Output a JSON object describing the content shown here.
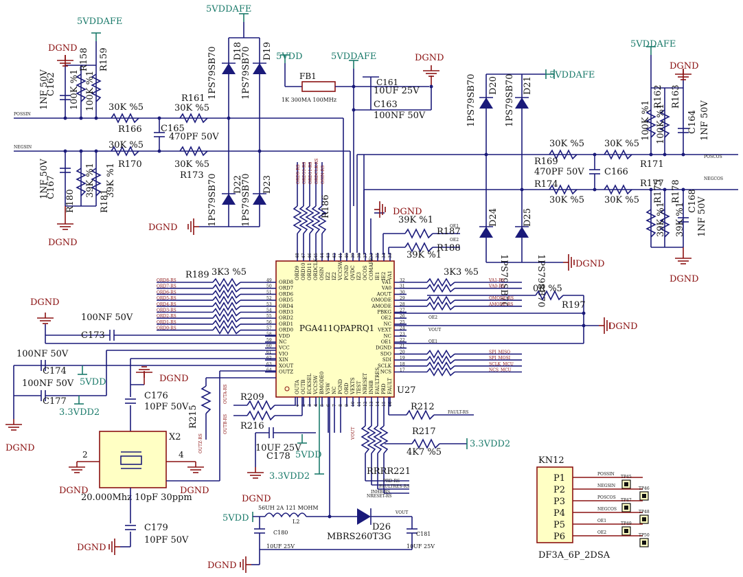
{
  "power": {
    "v5afe": "5VDDAFE",
    "v5": "5VDD",
    "v33_2": "3.3VDD2",
    "gnd": "DGND"
  },
  "resistors": {
    "r158": "R158",
    "r159": "R159",
    "r161": "R161",
    "r162": "R162",
    "r163": "R163",
    "r166": "R166",
    "r169": "R169",
    "r170": "R170",
    "r171": "R171",
    "r173": "R173",
    "r174": "R174",
    "r175": "R175",
    "r177": "R177",
    "r178": "R178",
    "r180": "R180",
    "r181": "R181",
    "r186": "R186",
    "r187": "R187",
    "r188": "R188",
    "r189": "R189",
    "r197": "R197",
    "r209": "R209",
    "r212": "R212",
    "r215": "R215",
    "r216": "R216",
    "r217": "R217",
    "r221": "R221",
    "rbank": "RRRR221"
  },
  "values": {
    "r30k": "30K %5",
    "r100k": "100K %1",
    "r39k": "39K %1",
    "r3k3": "3K3 %5",
    "r0r": "0R %5",
    "r4k7": "4K7 %5",
    "c1nf": "1NF 50V",
    "c470": "470PF 50V",
    "c100nf": "100NF 50V",
    "c10pf": "10PF 50V",
    "c10uf": "10UF 25V",
    "fb_val": "1K 300MA 100MHz",
    "l_val": "56UH 2A 121 MOHM",
    "xtal_val": "20.000Mhz 10pF 30ppm"
  },
  "caps": {
    "c161": "C161",
    "c162": "C162",
    "c163": "C163",
    "c164": "C164",
    "c165": "C165",
    "c166": "C166",
    "c167": "C167",
    "c168": "C168",
    "c173": "C173",
    "c174": "C174",
    "c176": "C176",
    "c177": "C177",
    "c178": "C178",
    "c179": "C179",
    "c180": "C180",
    "c181": "C181"
  },
  "diodes": {
    "d18": "D18",
    "d19": "D19",
    "d20": "D20",
    "d21": "D21",
    "d22": "D22",
    "d23": "D23",
    "d24": "D24",
    "d25": "D25",
    "d26": "D26",
    "part": "1PS79SB70",
    "d26_part": "MBRS260T3G"
  },
  "parts": {
    "fb1": "FB1",
    "l2": "L2",
    "x2": "X2",
    "u27": "U27",
    "ic_name": "PGA411QPAPRQ1",
    "kn12": "KN12",
    "kn12_part": "DF3A_6P_2DSA",
    "x2_pin2": "2",
    "x2_pin4": "4"
  },
  "nets": {
    "possin": "POSSIN",
    "negsin": "NEGSIN",
    "poscos": "POSCOS",
    "negcos": "NEGCOS",
    "oe1": "OE1",
    "oe2": "OE2",
    "vout": "VOUT",
    "va1rs": "VA1-RS",
    "va0rs": "VA0-RS",
    "omoders": "OMODE-RS",
    "amoders": "AMODE-RS",
    "spimiso": "SPI_MISO",
    "spimosi": "SPI_MOSI",
    "sclkmcu": "SCLK_MCU",
    "ncsmcu": "NCS_MCU",
    "faultrs": "FAULT-RS",
    "prdrs": "PRD-RS",
    "faultresrs": "FAULTRES-RS",
    "nresetrs": "NRESET-RS",
    "inhbrs": "INHB-RS",
    "outars": "OUTA-RS",
    "outbrs": "OUTB-RS",
    "outzrs": "OUTZ-RS"
  },
  "ord_nets": [
    "ORD8-RS",
    "ORD7-RS",
    "ORD6-RS",
    "ORD5-RS",
    "ORD4-RS",
    "ORD3-RS",
    "ORD2-RS",
    "ORD1-RS",
    "ORD0-RS"
  ],
  "ord_top_nets": [
    "ORD9-RS",
    "ORD10-RS",
    "ORD11-RS",
    "ORDCLK-RS",
    "OSIN-RS"
  ],
  "ic_left_pins": [
    {
      "num": "49",
      "name": "ORD8"
    },
    {
      "num": "50",
      "name": "ORD7"
    },
    {
      "num": "51",
      "name": "ORD6"
    },
    {
      "num": "52",
      "name": "ORD5"
    },
    {
      "num": "53",
      "name": "ORD4"
    },
    {
      "num": "54",
      "name": "ORD3"
    },
    {
      "num": "55",
      "name": "ORD2"
    },
    {
      "num": "56",
      "name": "ORD1"
    },
    {
      "num": "57",
      "name": "ORD0"
    },
    {
      "num": "58",
      "name": "VDD"
    },
    {
      "num": "59",
      "name": "NC"
    },
    {
      "num": "60",
      "name": "VCC"
    },
    {
      "num": "61",
      "name": "VIO"
    },
    {
      "num": "62",
      "name": "XIN"
    },
    {
      "num": "63",
      "name": "XOUT"
    },
    {
      "num": "64",
      "name": "OUTZ"
    }
  ],
  "ic_right_pins": [
    {
      "num": "32",
      "name": "VA1"
    },
    {
      "num": "31",
      "name": "VA0"
    },
    {
      "num": "30",
      "name": "AOUT"
    },
    {
      "num": "29",
      "name": "OMODE"
    },
    {
      "num": "28",
      "name": "AMODE"
    },
    {
      "num": "27",
      "name": "PBKG"
    },
    {
      "num": "26",
      "name": "OE2"
    },
    {
      "num": "25",
      "name": "NC"
    },
    {
      "num": "24",
      "name": "VEXT"
    },
    {
      "num": "23",
      "name": "NC"
    },
    {
      "num": "22",
      "name": "OE1"
    },
    {
      "num": "21",
      "name": "DGND"
    },
    {
      "num": "20",
      "name": "SDO"
    },
    {
      "num": "19",
      "name": "SDI"
    },
    {
      "num": "18",
      "name": "SCLK"
    },
    {
      "num": "17",
      "name": "NCS"
    }
  ],
  "ic_top_pins": [
    {
      "num": "48",
      "name": "ORD9"
    },
    {
      "num": "47",
      "name": "ORD10"
    },
    {
      "num": "46",
      "name": "ORD11"
    },
    {
      "num": "45",
      "name": "ORDCLK"
    },
    {
      "num": "44",
      "name": "OSIN"
    },
    {
      "num": "43",
      "name": "IZ2"
    },
    {
      "num": "42",
      "name": "IZ2"
    },
    {
      "num": "41",
      "name": "VCCSW"
    },
    {
      "num": "40",
      "name": "PGND"
    },
    {
      "num": "39",
      "name": "QVDC"
    },
    {
      "num": "38",
      "name": "IZ3"
    },
    {
      "num": "37",
      "name": "OCOS"
    },
    {
      "num": "36",
      "name": "COMAFE"
    },
    {
      "num": "35",
      "name": "IE1"
    },
    {
      "num": "34",
      "name": "IE2"
    },
    {
      "num": "33",
      "name": "VA1"
    }
  ],
  "ic_bottom_pins": [
    {
      "num": "1",
      "name": "OUTA"
    },
    {
      "num": "2",
      "name": "OUTB"
    },
    {
      "num": "3",
      "name": "ECKSEL"
    },
    {
      "num": "4",
      "name": "VCCSW"
    },
    {
      "num": "5",
      "name": "BMODE0"
    },
    {
      "num": "6",
      "name": "VSW"
    },
    {
      "num": "7",
      "name": "NC"
    },
    {
      "num": "8",
      "name": "PGND"
    },
    {
      "num": "9",
      "name": "ORD"
    },
    {
      "num": "10",
      "name": "VEXTS"
    },
    {
      "num": "11",
      "name": "TEST"
    },
    {
      "num": "12",
      "name": "NRESET"
    },
    {
      "num": "13",
      "name": "INHB"
    },
    {
      "num": "14",
      "name": "FAULTRES"
    },
    {
      "num": "15",
      "name": "PRD"
    },
    {
      "num": "16",
      "name": "FAULT"
    }
  ],
  "connector": {
    "pins": [
      {
        "label": "P1",
        "net": "POSSIN",
        "tp": "TP45"
      },
      {
        "label": "P2",
        "net": "NEGSIN",
        "tp": "TP46"
      },
      {
        "label": "P3",
        "net": "POSCOS",
        "tp": "TP47"
      },
      {
        "label": "P4",
        "net": "NEGCOS",
        "tp": "TP48"
      },
      {
        "label": "P5",
        "net": "OE1",
        "tp": "TP49"
      },
      {
        "label": "P6",
        "net": "OE2",
        "tp": "TP50"
      }
    ]
  },
  "colors": {
    "wire": "#1a1a7a",
    "ground": "#8a1010",
    "power": "#1a7a6a",
    "ic_fill": "#ffffc4",
    "ic_border": "#8a1010"
  }
}
